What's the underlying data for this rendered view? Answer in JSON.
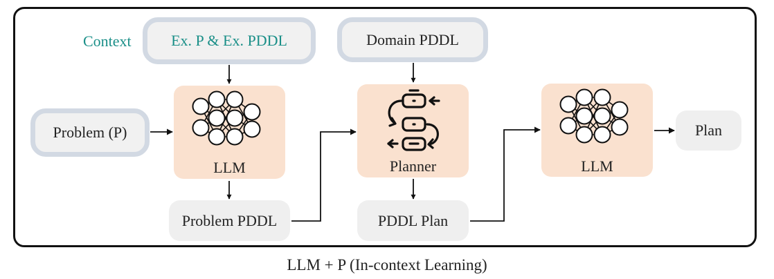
{
  "context_label": "Context",
  "nodes": {
    "examples": "Ex. P & Ex. PDDL",
    "domain": "Domain PDDL",
    "problem": "Problem (P)",
    "problem_pddl": "Problem PDDL",
    "pddl_plan": "PDDL Plan",
    "plan": "Plan"
  },
  "blocks": {
    "llm_1": "LLM",
    "planner": "Planner",
    "llm_2": "LLM"
  },
  "caption": "LLM + P (In-context Learning)",
  "colors": {
    "accent": "#1a8f88",
    "panel_fill": "#fae1cf",
    "input_border": "#d2d9e3",
    "node_fill": "#efefef",
    "stroke": "#111111"
  },
  "icons": {
    "llm": "neural-network-icon",
    "planner": "planner-icon"
  }
}
